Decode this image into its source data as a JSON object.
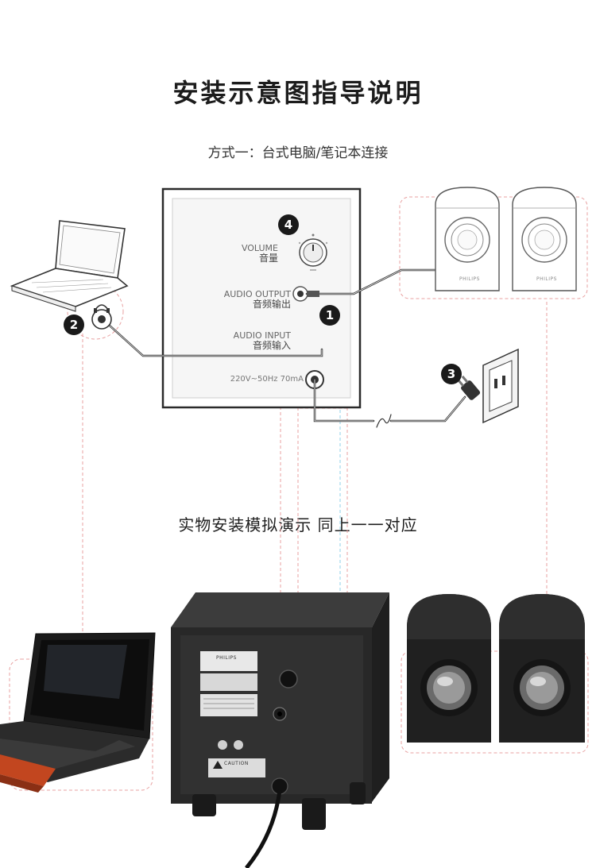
{
  "title": "安装示意图指导说明",
  "subtitle": "方式一：台式电脑/笔记本连接",
  "section_title": "实物安装模拟演示  同上一一对应",
  "panel": {
    "volume": {
      "en": "VOLUME",
      "cn": "音量"
    },
    "audio_output": {
      "en": "AUDIO OUTPUT",
      "cn": "音频输出"
    },
    "audio_input": {
      "en": "AUDIO INPUT",
      "cn": "音频输入"
    },
    "power": "220V~50Hz 70mA"
  },
  "badges": {
    "b1": "1",
    "b2": "2",
    "b3": "3",
    "b4": "4"
  },
  "speaker_brand": "PHILIPS",
  "photo_labels": {
    "brand": "PHILIPS",
    "caution": "CAUTION"
  },
  "colors": {
    "red_dash": "#e8a0a0",
    "blue_dash": "#8fd0e8",
    "accent": "#1a1a1a"
  }
}
